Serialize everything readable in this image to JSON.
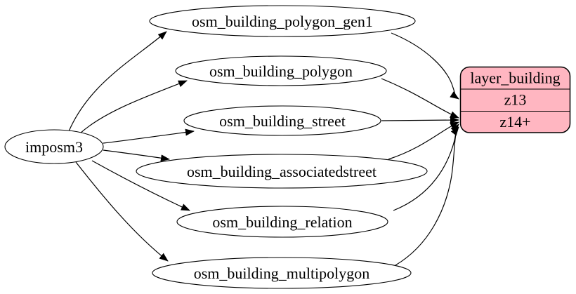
{
  "diagram": {
    "type": "dependency-graph",
    "background_color": "#ffffff",
    "edge_color": "#000000",
    "node_fill_color": "#ffffff",
    "source": {
      "label": "imposm3"
    },
    "tables": [
      {
        "label": "osm_building_polygon_gen1"
      },
      {
        "label": "osm_building_polygon"
      },
      {
        "label": "osm_building_street"
      },
      {
        "label": "osm_building_associatedstreet"
      },
      {
        "label": "osm_building_relation"
      },
      {
        "label": "osm_building_multipolygon"
      }
    ],
    "layer": {
      "title": "layer_building",
      "rows": [
        {
          "label": "z13"
        },
        {
          "label": "z14+"
        }
      ],
      "fill": "#ffb6c1",
      "stroke": "#000000"
    }
  }
}
